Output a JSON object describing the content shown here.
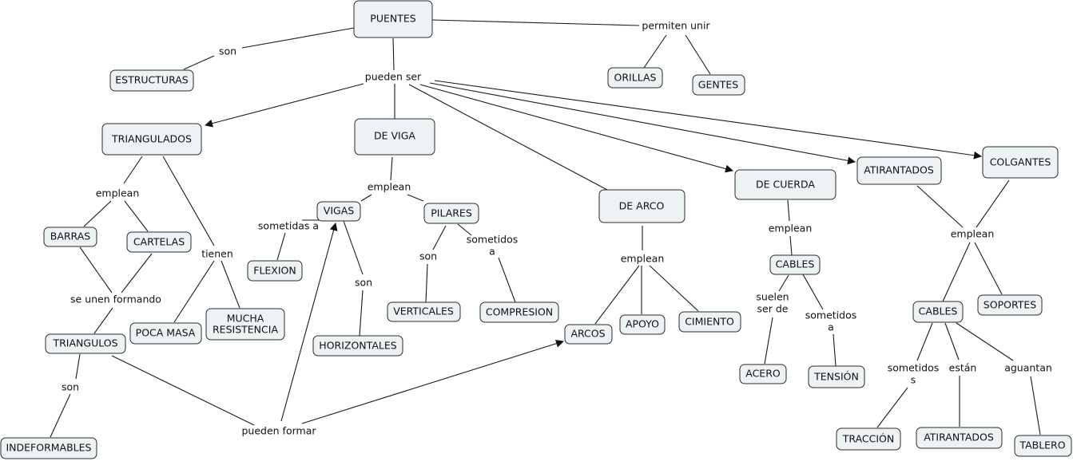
{
  "concepts": {
    "puentes": "PUENTES",
    "estructuras": "ESTRUCTURAS",
    "orillas": "ORILLAS",
    "gentes": "GENTES",
    "triangulados": "TRIANGULADOS",
    "de_viga": "DE VIGA",
    "de_arco": "DE ARCO",
    "de_cuerda": "DE CUERDA",
    "atirantados": "ATIRANTADOS",
    "colgantes": "COLGANTES",
    "barras": "BARRAS",
    "cartelas": "CARTELAS",
    "triangulos": "TRIANGULOS",
    "indeformables": "INDEFORMABLES",
    "poca_masa": "POCA MASA",
    "mucha_resistencia_1": "MUCHA",
    "mucha_resistencia_2": "RESISTENCIA",
    "vigas": "VIGAS",
    "pilares": "PILARES",
    "flexion": "FLEXION",
    "horizontales": "HORIZONTALES",
    "verticales": "VERTICALES",
    "compresion": "COMPRESION",
    "arcos": "ARCOS",
    "apoyo": "APOYO",
    "cimiento": "CIMIENTO",
    "cables_cuerda": "CABLES",
    "acero": "ACERO",
    "tension": "TENSIÓN",
    "cables_colg": "CABLES",
    "soportes": "SOPORTES",
    "traccion": "TRACCIÓN",
    "atirantados2": "ATIRANTADOS",
    "tablero": "TABLERO"
  },
  "links": {
    "son_puentes": "son",
    "permiten_unir": "permiten unir",
    "pueden_ser": "pueden ser",
    "emplean_triang": "emplean",
    "tienen": "tienen",
    "se_unen": "se unen formando",
    "son_triang": "son",
    "pueden_formar": "pueden formar",
    "emplean_viga": "emplean",
    "sometidas_a": "sometidas a",
    "son_vigas": "son",
    "son_pilares": "son",
    "sometidos_pil_1": "sometidos",
    "sometidos_pil_2": "a",
    "emplean_arco": "emplean",
    "emplean_cuerda": "emplean",
    "suelen_1": "suelen",
    "suelen_2": "ser de",
    "sometidos_cab_1": "sometidos",
    "sometidos_cab_2": "a",
    "emplean_colg": "emplean",
    "sometidos_s_1": "sometidos",
    "sometidos_s_2": "s",
    "estan": "están",
    "aguantan": "aguantan"
  }
}
